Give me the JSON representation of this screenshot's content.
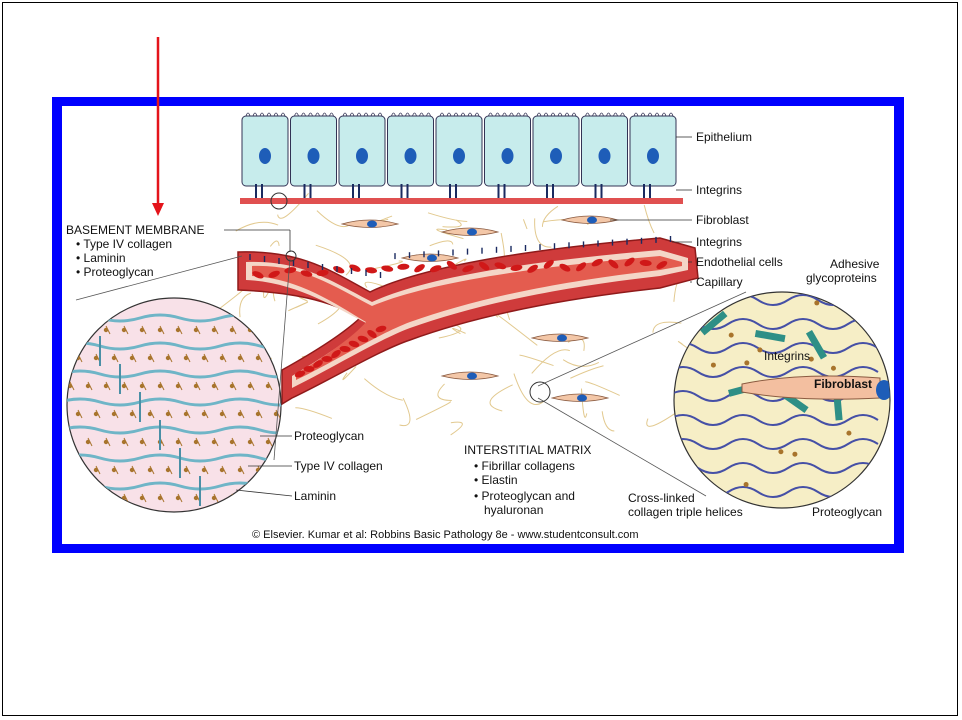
{
  "colors": {
    "frame": "#0000ff",
    "pointer_arrow": "#e4141b",
    "epithelium": "#c7ecec",
    "nucleus": "#1e5db8",
    "vessel_wall": "#d74a4a",
    "red_cells": "#d01818",
    "basement_line": "#e05050",
    "matrix_fibers": "#e2c98f",
    "collagen_iv": "#6fb5c7",
    "proteoglycan": "#a8742c"
  },
  "icons": {
    "pointer": "red-down-arrow"
  },
  "labels": {
    "epithelium": "Epithelium",
    "integrins_top": "Integrins",
    "fibroblast": "Fibroblast",
    "integrins_vessel": "Integrins",
    "endothelial_cells": "Endothelial cells",
    "capillary": "Capillary",
    "adhesive_glycoproteins_line1": "Adhesive",
    "adhesive_glycoproteins_line2": "glycoproteins",
    "integrins_inset": "Integrins",
    "fibroblast_inset": "Fibroblast",
    "proteoglycan_left": "Proteoglycan",
    "type_iv_collagen_left": "Type IV collagen",
    "laminin_left": "Laminin",
    "cross_linked_line1": "Cross-linked",
    "cross_linked_line2": "collagen triple helices",
    "proteoglycan_right": "Proteoglycan"
  },
  "basement_membrane": {
    "title": "BASEMENT MEMBRANE",
    "items": [
      "• Type IV collagen",
      "• Laminin",
      "• Proteoglycan"
    ]
  },
  "interstitial_matrix": {
    "title": "INTERSTITIAL MATRIX",
    "items": [
      "• Fibrillar collagens",
      "• Elastin",
      "• Proteoglycan and",
      "hyaluronan"
    ]
  },
  "credit": "© Elsevier. Kumar et al: Robbins Basic Pathology 8e - www.studentconsult.com"
}
